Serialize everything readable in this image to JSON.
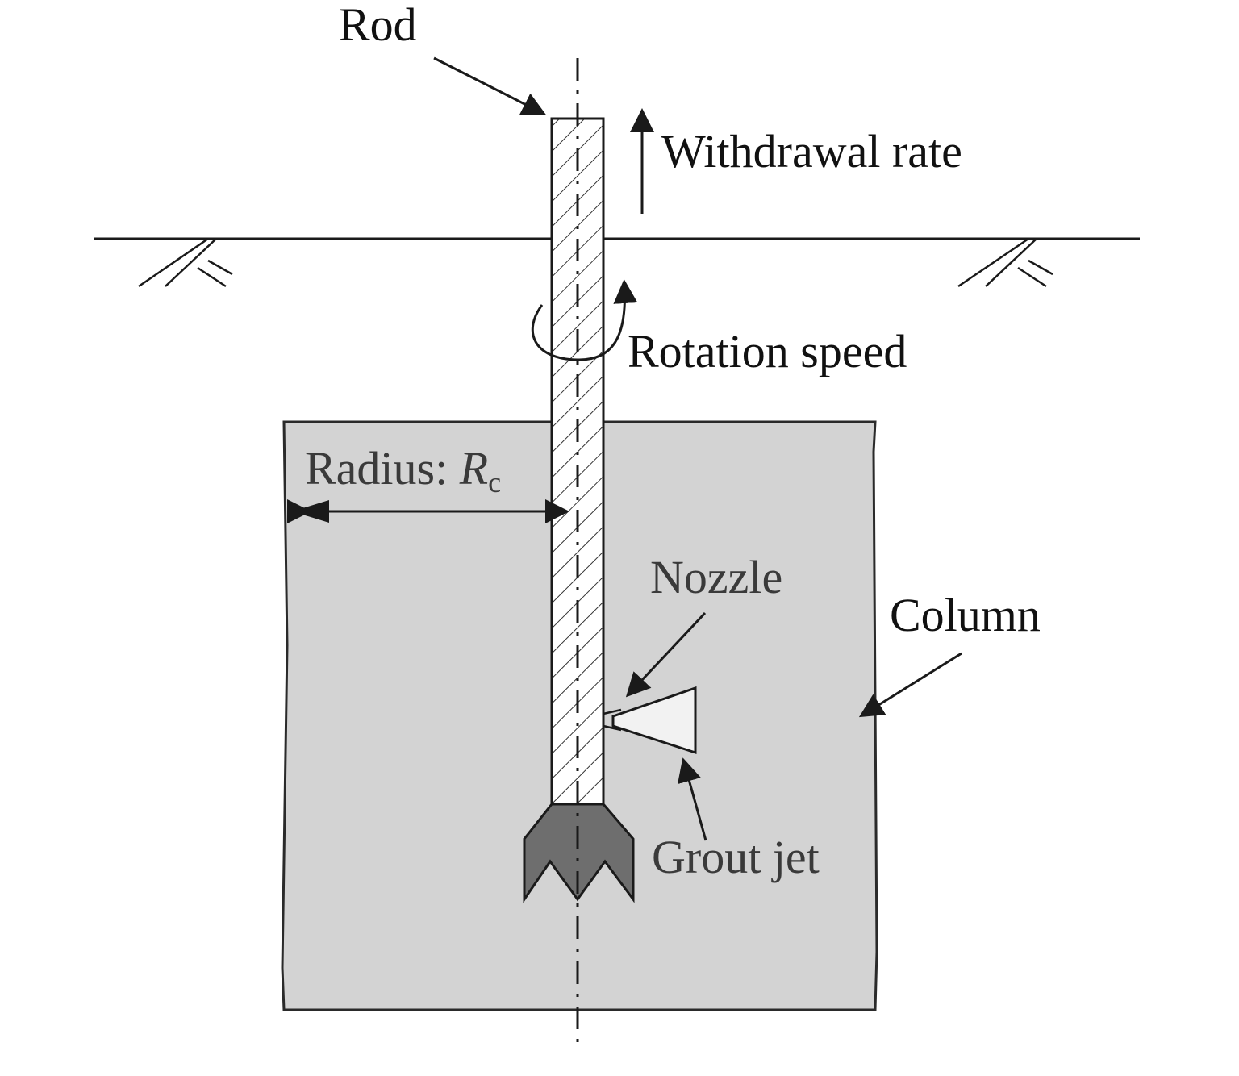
{
  "labels": {
    "rod": "Rod",
    "withdrawal_rate": "Withdrawal rate",
    "rotation_speed": "Rotation speed",
    "radius_prefix": "Radius: ",
    "radius_symbol": "R",
    "radius_subscript": "c",
    "nozzle": "Nozzle",
    "column": "Column",
    "grout_jet": "Grout jet"
  },
  "colors": {
    "column_fill": "#d3d3d3",
    "drill_bit_fill": "#6e6e6e",
    "grout_jet_fill": "#f2f2f2",
    "rod_fill": "#ffffff"
  }
}
